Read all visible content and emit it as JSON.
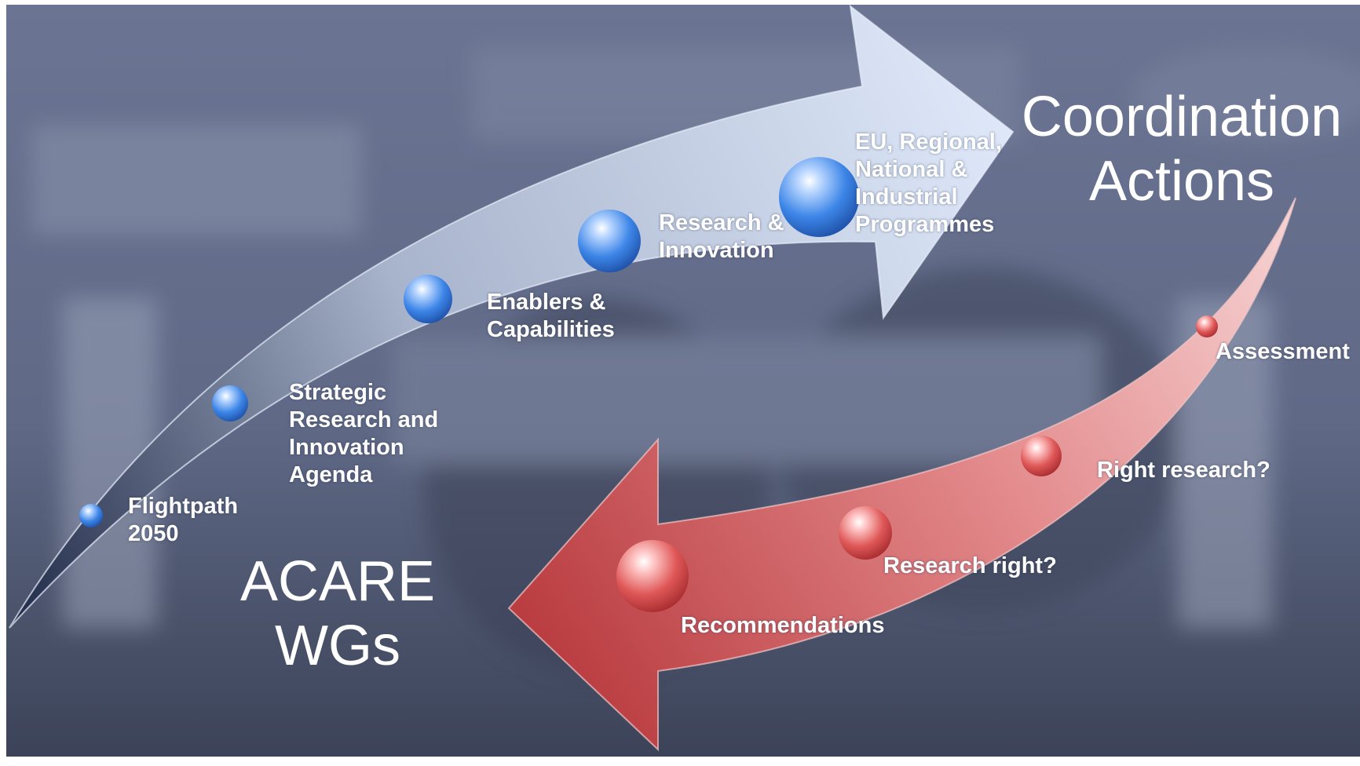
{
  "forward_path": {
    "steps": [
      {
        "label": "Flightpath\n2050"
      },
      {
        "label": "Strategic\nResearch and\nInnovation\nAgenda"
      },
      {
        "label": "Enablers &\nCapabilities"
      },
      {
        "label": "Research &\nInnovation"
      },
      {
        "label": "EU, Regional,\nNational &\nIndustrial\nProgrammes"
      }
    ],
    "end_label": "Coordination\nActions"
  },
  "return_path": {
    "steps": [
      {
        "label": "Assessment"
      },
      {
        "label": "Right research?"
      },
      {
        "label": "Research right?"
      },
      {
        "label": "Recommendations"
      }
    ],
    "end_label": "ACARE\nWGs"
  },
  "colors": {
    "background": "#5b6582",
    "forward_arrow": "#cdd9ee",
    "return_arrow": "#d9686c",
    "forward_bubble": "#4a8ee6",
    "return_bubble": "#e05858",
    "text": "#ffffff"
  }
}
